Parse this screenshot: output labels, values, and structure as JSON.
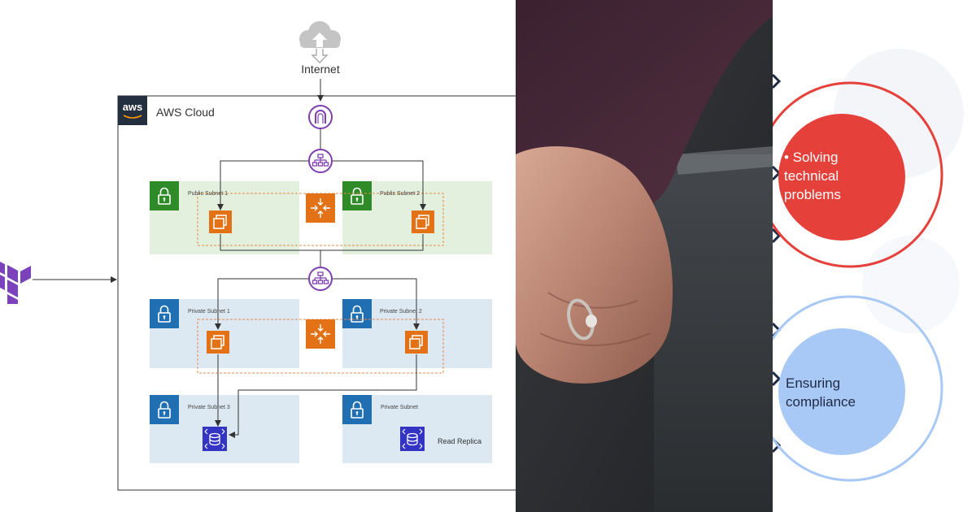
{
  "diagram": {
    "internet_label": "Internet",
    "aws_logo_text": "aws",
    "cloud_label": "AWS Cloud",
    "subnets": [
      {
        "label": "Public Subnet 1",
        "type": "public"
      },
      {
        "label": "Public Subnet 2",
        "type": "public"
      },
      {
        "label": "Private Subnet 1",
        "type": "private"
      },
      {
        "label": "Private Subnet 2",
        "type": "private"
      },
      {
        "label": "Private Subnet 3",
        "type": "private"
      },
      {
        "label": "Private Subnet",
        "type": "private"
      }
    ],
    "read_replica_label": "Read Replica",
    "colors": {
      "public_fill": "#e3f0dd",
      "private_fill": "#dce9f3",
      "public_lock": "#2e8b28",
      "private_lock": "#1f6fb2",
      "compute_orange": "#e37216",
      "network_purple": "#7e3fb0",
      "database_blue": "#3334c4",
      "terraform_purple": "#7b42bc",
      "dashed_border": "#e7894a"
    },
    "icons": [
      "cloud-upload-icon",
      "internet-gateway-icon",
      "load-balancer-icon",
      "lock-icon",
      "ec2-instance-icon",
      "auto-scaling-icon",
      "rds-database-icon",
      "terraform-logo"
    ]
  },
  "infographic": {
    "items": [
      {
        "text": "• Solving technical problems",
        "color": "#e5413a"
      },
      {
        "text": "Ensuring compliance",
        "color": "#a8c8f5"
      }
    ]
  }
}
